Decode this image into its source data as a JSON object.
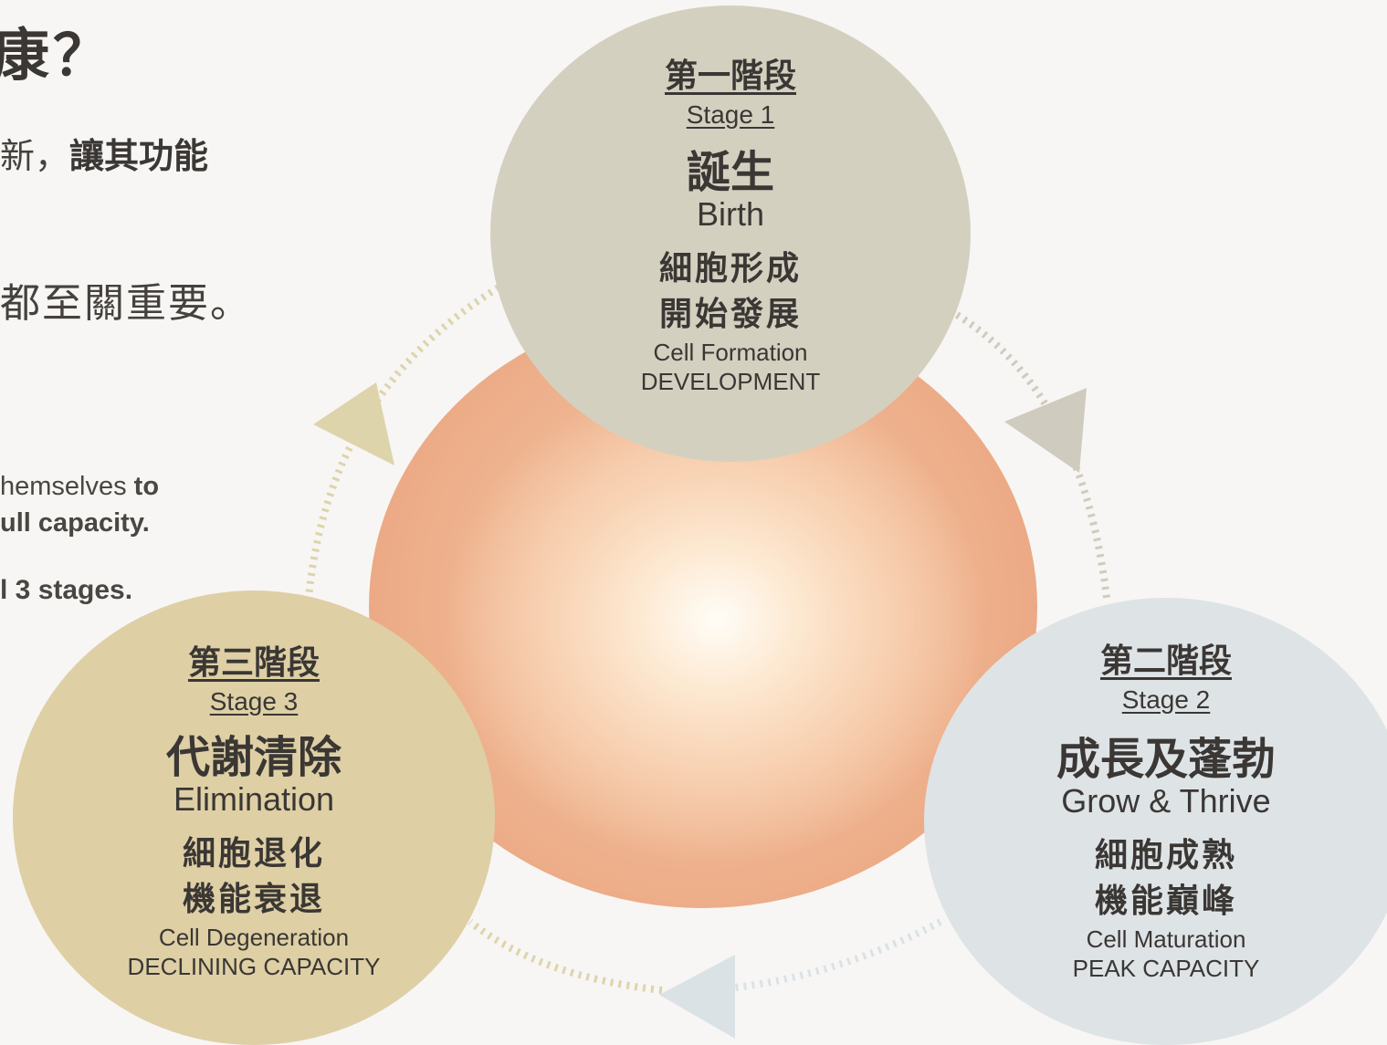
{
  "intro": {
    "heading": "康？",
    "line1_plain": "新，",
    "line1_bold": "讓其功能",
    "line2": "都至關重要。",
    "en_line1_plain": "hemselves ",
    "en_line1_bold": "to",
    "en_line2": "ull capacity.",
    "en_line3": "l 3 stages."
  },
  "stages": [
    {
      "zh_label": "第一階段",
      "en_label": "Stage 1",
      "zh_title": "誕生",
      "en_title": "Birth",
      "zh_desc_1": "細胞形成",
      "zh_desc_2": "開始發展",
      "en_desc_1": "Cell Formation",
      "en_desc_2": "DEVELOPMENT",
      "color": "#d4d0c0"
    },
    {
      "zh_label": "第二階段",
      "en_label": "Stage 2",
      "zh_title": "成長及蓬勃",
      "en_title": "Grow & Thrive",
      "zh_desc_1": "細胞成熟",
      "zh_desc_2": "機能巔峰",
      "en_desc_1": "Cell Maturation",
      "en_desc_2": "PEAK CAPACITY",
      "color": "#dee3e6"
    },
    {
      "zh_label": "第三階段",
      "en_label": "Stage 3",
      "zh_title": "代謝清除",
      "en_title": "Elimination",
      "zh_desc_1": "細胞退化",
      "zh_desc_2": "機能衰退",
      "en_desc_1": "Cell Degeneration",
      "en_desc_2": "DECLINING CAPACITY",
      "color": "#decfa5"
    }
  ],
  "arrow_colors": {
    "stage1_to_2": "#cfccbf",
    "stage2_to_3": "#dbe2e6",
    "stage3_to_1": "#ddd4ab"
  }
}
